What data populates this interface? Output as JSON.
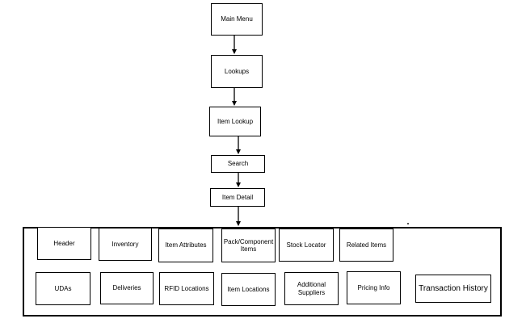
{
  "flow": {
    "main_menu": "Main Menu",
    "lookups": "Lookups",
    "item_lookup": "Item Lookup",
    "search": "Search",
    "item_detail": "Item Detail"
  },
  "detail_tabs": {
    "header": "Header",
    "inventory": "Inventory",
    "item_attributes": "Item Attributes",
    "pack_component_items": "Pack/Component Items",
    "stock_locator": "Stock Locator",
    "related_items": "Related Items",
    "udas": "UDAs",
    "deliveries": "Deliveries",
    "rfid_locations": "RFID Locations",
    "item_locations": "Item Locations",
    "additional_suppliers": "Additional Suppliers",
    "pricing_info": "Pricing Info",
    "transaction_history": "Transaction History"
  }
}
